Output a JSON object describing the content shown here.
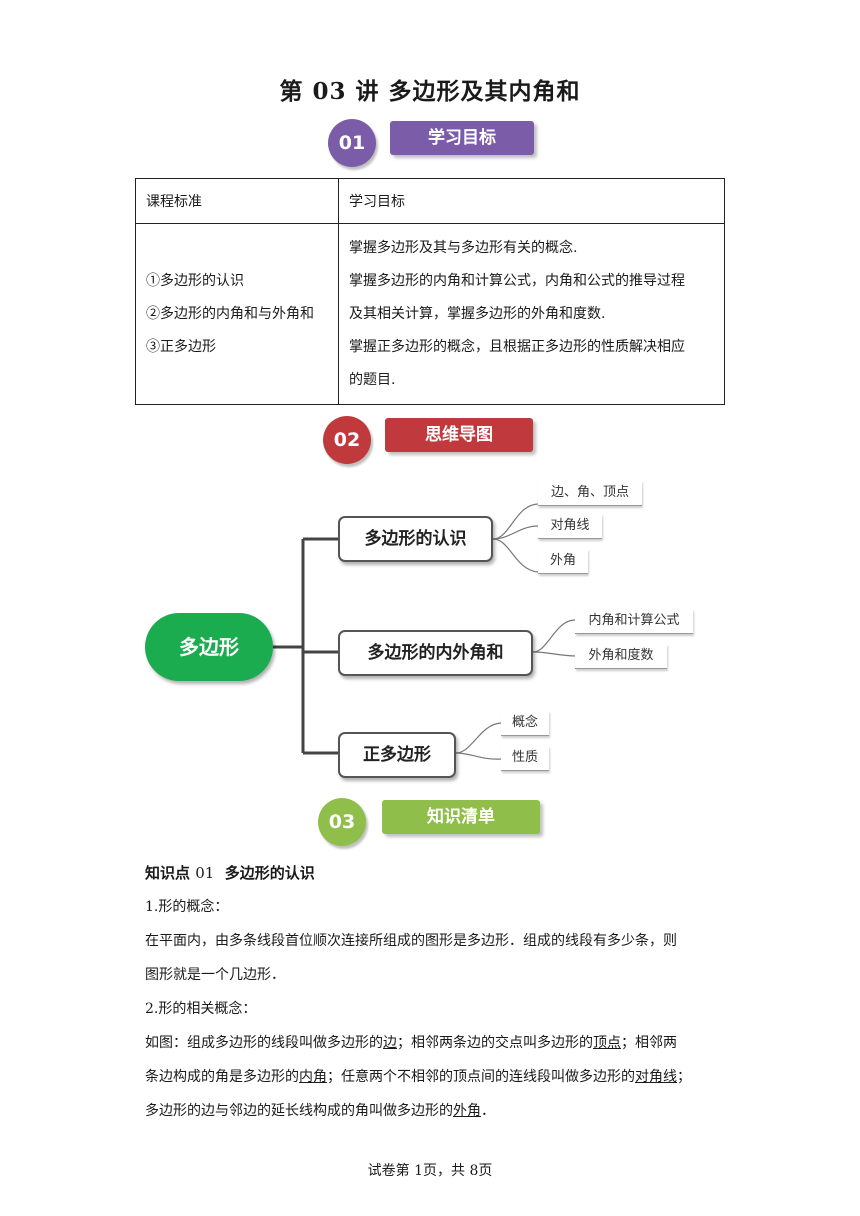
{
  "title": "第 03 讲  多边形及其内角和",
  "sections": [
    {
      "num": "01",
      "label": "学习目标",
      "color": "#7a5ca8"
    },
    {
      "num": "02",
      "label": "思维导图",
      "color": "#c0393c"
    },
    {
      "num": "03",
      "label": "知识清单",
      "color": "#8fbf4a"
    }
  ],
  "table": {
    "header_left": "课程标准",
    "header_right": "学习目标",
    "standards": [
      "①多边形的认识",
      "②多边形的内角和与外角和",
      "③正多边形"
    ],
    "goals": [
      "掌握多边形及其与多边形有关的概念.",
      "掌握多边形的内角和计算公式，内角和公式的推导过程",
      "及其相关计算，掌握多边形的外角和度数.",
      "掌握正多边形的概念，且根据正多边形的性质解决相应",
      "的题目."
    ]
  },
  "mindmap": {
    "root": "多边形",
    "branches": [
      {
        "label": "多边形的认识",
        "leaves": [
          "边、角、顶点",
          "对角线",
          "外角"
        ]
      },
      {
        "label": "多边形的内外角和",
        "leaves": [
          "内角和计算公式",
          "外角和度数"
        ]
      },
      {
        "label": "正多边形",
        "leaves": [
          "概念",
          "性质"
        ]
      }
    ]
  },
  "knowledge": {
    "heading_prefix": "知识点",
    "heading_num": "01",
    "heading_title": "多边形的认识",
    "item1_title": "1.形的概念：",
    "item1_line1": "在平面内，由多条线段首位顺次连接所组成的图形是多边形．组成的线段有多少条，则",
    "item1_line2": "图形就是一个几边形．",
    "item2_title": "2.形的相关概念：",
    "item2_p1": "如图：组成多边形的线段叫做多边形的",
    "item2_u1": "边",
    "item2_p2": "；相邻两条边的交点叫多边形的",
    "item2_u2": "顶点",
    "item2_p3": "；相邻两",
    "item2_p4": "条边构成的角是多边形的",
    "item2_u3": "内角",
    "item2_p5": "；任意两个不相邻的顶点间的连线段叫做多边形的",
    "item2_u4": "对角线",
    "item2_p6": "；",
    "item2_p7": "多边形的边与邻边的延长线构成的角叫做多边形的",
    "item2_u5": "外角",
    "item2_p8": "．"
  },
  "footer": "试卷第 1页，共 8页"
}
